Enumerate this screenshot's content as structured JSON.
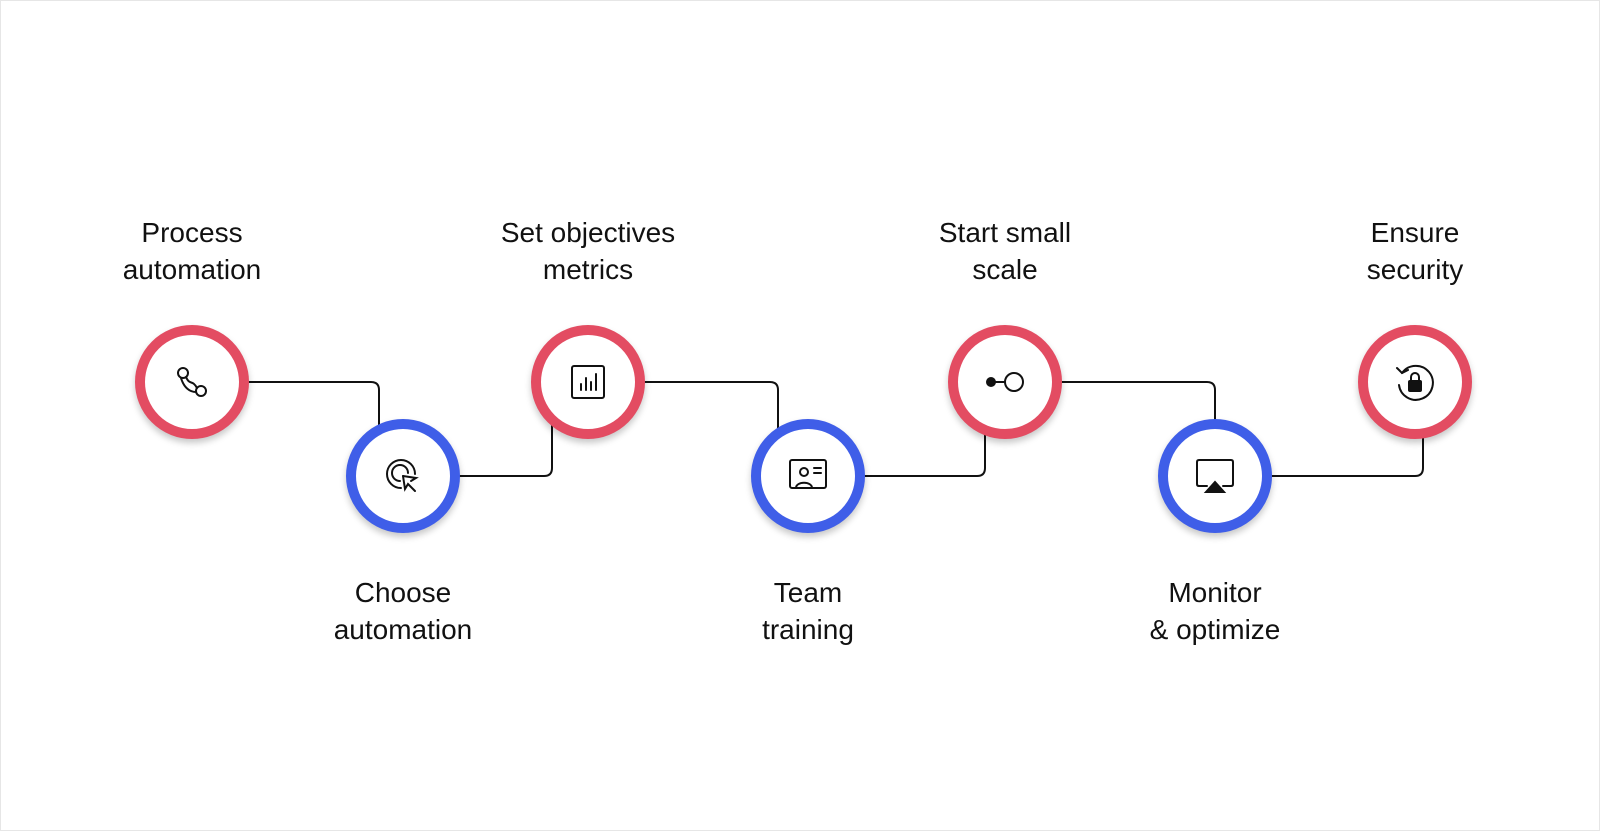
{
  "colors": {
    "top_ring": "#e34c62",
    "bottom_ring": "#3f5ee8",
    "connector": "#111111",
    "text": "#111111"
  },
  "steps": [
    {
      "line1": "Process",
      "line2": "automation",
      "ring": "red",
      "icon": "workflow-icon"
    },
    {
      "line1": "Choose",
      "line2": "automation",
      "ring": "blue",
      "icon": "cursor-click-icon"
    },
    {
      "line1": "Set objectives",
      "line2": "metrics",
      "ring": "red",
      "icon": "bar-chart-icon"
    },
    {
      "line1": "Team",
      "line2": "training",
      "ring": "blue",
      "icon": "presentation-icon"
    },
    {
      "line1": "Start small",
      "line2": "scale",
      "ring": "red",
      "icon": "toggle-progress-icon"
    },
    {
      "line1": "Monitor",
      "line2": "& optimize",
      "ring": "blue",
      "icon": "screen-cast-icon"
    },
    {
      "line1": "Ensure",
      "line2": "security",
      "ring": "red",
      "icon": "lock-refresh-icon"
    }
  ]
}
